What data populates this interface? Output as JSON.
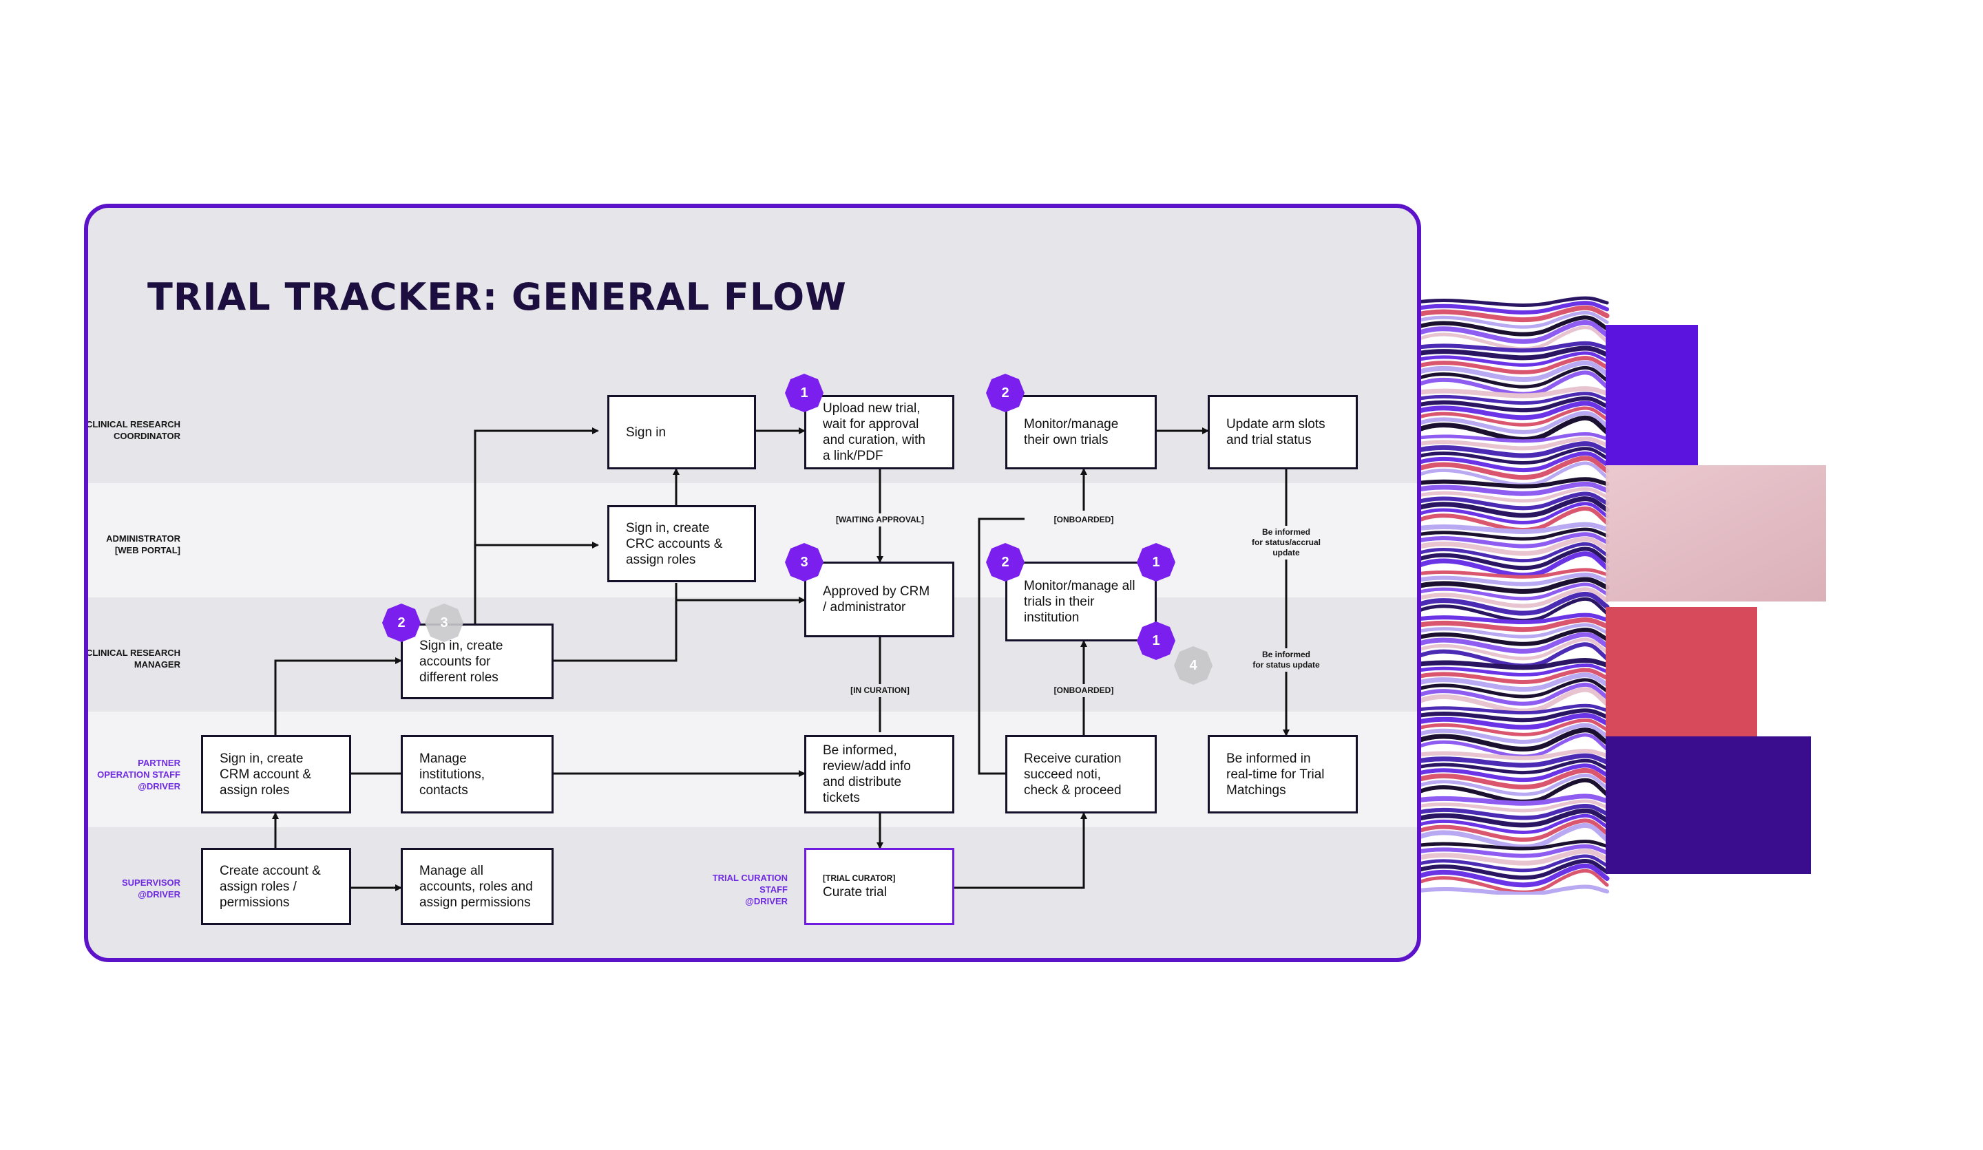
{
  "title": "TRIAL TRACKER: GENERAL FLOW",
  "lanes": [
    {
      "label_lines": [
        "CLINICAL RESEARCH",
        "COORDINATOR"
      ],
      "highlight": false
    },
    {
      "label_lines": [
        "ADMINISTRATOR",
        "[WEB PORTAL]"
      ],
      "highlight": false
    },
    {
      "label_lines": [
        "CLINICAL RESEARCH",
        "MANAGER"
      ],
      "highlight": false
    },
    {
      "label_lines": [
        "PARTNER",
        "OPERATION STAFF",
        "@DRIVER"
      ],
      "highlight": true
    },
    {
      "label_lines": [
        "SUPERVISOR",
        "@DRIVER"
      ],
      "highlight": true
    }
  ],
  "trial_curation_label": [
    "TRIAL CURATION",
    "STAFF",
    "@DRIVER"
  ],
  "boxes": {
    "crc_sign_in": "Sign in",
    "upload_trial": "Upload new trial, wait for approval and curation, with a link/PDF",
    "monitor_own": "Monitor/manage their own trials",
    "update_arm": "Update arm slots and trial status",
    "admin_sign_in": "Sign in, create CRC accounts & assign roles",
    "approved": "Approved by CRM / administrator",
    "monitor_all": "Monitor/manage all trials in their institution",
    "crm_sign_in": "Sign in, create accounts for different roles",
    "partner_sign_in": "Sign in, create CRM account & assign roles",
    "manage_institutions": "Manage institutions, contacts",
    "be_informed_review": "Be informed, review/add info and distribute tickets",
    "receive_curation": "Receive curation succeed noti, check & proceed",
    "realtime": "Be informed in real-time for Trial Matchings",
    "supervisor_create": "Create account & assign roles / permissions",
    "manage_all": "Manage all accounts, roles and assign permissions",
    "trial_curator_tag": "[TRIAL CURATOR]",
    "curate_trial": "Curate trial"
  },
  "notes": {
    "waiting_approval": "[WAITING APPROVAL]",
    "onboarded_top": "[ONBOARDED]",
    "in_curation": "[IN CURATION]",
    "onboarded_mid": "[ONBOARDED]",
    "informed_accrual": [
      "Be informed",
      "for status/accrual",
      "update"
    ],
    "informed_status": [
      "Be informed",
      "for status update"
    ]
  },
  "badges": {
    "upload": "1",
    "approved": "3",
    "monitor_own": "2",
    "monitor_all_left": "2",
    "monitor_all_right_top": "1",
    "monitor_all_right_bottom": "1",
    "monitor_all_grey": "4",
    "crm_purple": "2",
    "crm_grey": "3"
  },
  "colors": {
    "frame": "#5b12c9",
    "badge_purple": "#7b1fee",
    "badge_grey": "#c9c9cc",
    "lane_dark": "#e6e6ea",
    "lane_light": "#f3f3f6",
    "highlight_text": "#6f2be2"
  }
}
